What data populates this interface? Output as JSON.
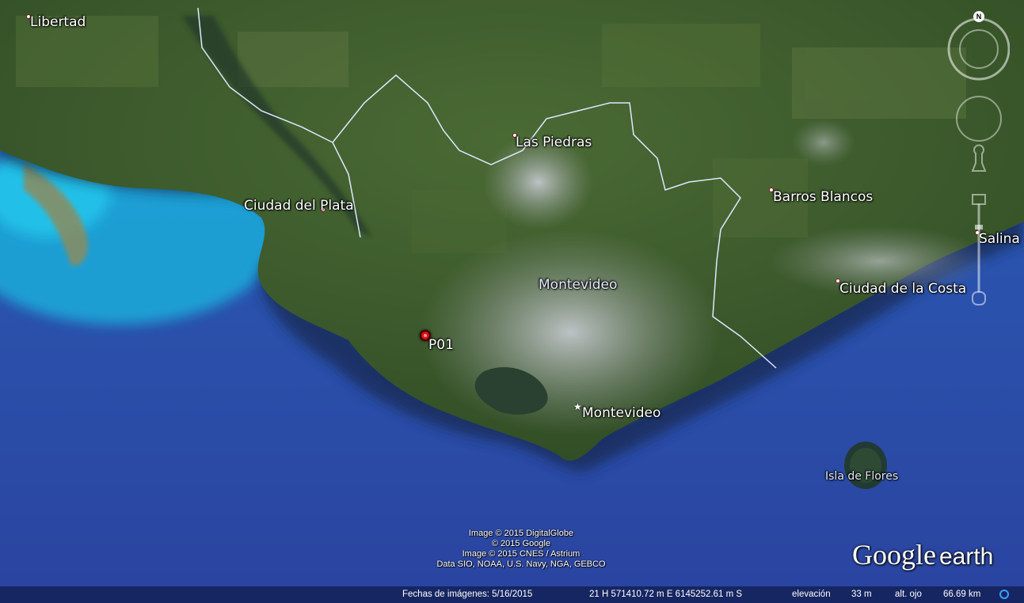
{
  "map": {
    "places": [
      {
        "key": "libertad",
        "name": "Libertad"
      },
      {
        "key": "las_piedras",
        "name": "Las Piedras"
      },
      {
        "key": "ciudad_del_plata",
        "name": "Ciudad del Plata"
      },
      {
        "key": "barros_blancos",
        "name": "Barros Blancos"
      },
      {
        "key": "salinas",
        "name": "Salina"
      },
      {
        "key": "montevideo_dept",
        "name": "Montevideo"
      },
      {
        "key": "ciudad_de_la_costa",
        "name": "Ciudad de la Costa"
      },
      {
        "key": "montevideo_city",
        "name": "Montevideo"
      },
      {
        "key": "isla_de_flores",
        "name": "Isla de Flores"
      }
    ],
    "placemark": {
      "label": "P01"
    },
    "attribution": [
      "Image © 2015 DigitalGlobe",
      "© 2015 Google",
      "Image © 2015 CNES / Astrium",
      "Data SIO, NOAA, U.S. Navy, NGA, GEBCO"
    ],
    "logo": {
      "google": "Google",
      "earth": "earth"
    },
    "nav": {
      "north": "N",
      "icons": [
        "compass-ring-icon",
        "look-joystick-icon",
        "pegman-icon",
        "zoom-slider-icon"
      ]
    },
    "colors": {
      "sea": "#2a4ea8",
      "shallow": "#1aa7d8",
      "land": "#3c5a2c",
      "urban": "#9aa39a",
      "border": "#dfe8ff"
    }
  },
  "statusbar": {
    "imagery_date": "Fechas de imágenes: 5/16/2015",
    "coords": "21 H 571410.72 m E 6145252.61 m S",
    "elevation_label": "elevación",
    "elevation_value": "33 m",
    "eye_label": "alt. ojo",
    "eye_value": "66.69 km"
  }
}
